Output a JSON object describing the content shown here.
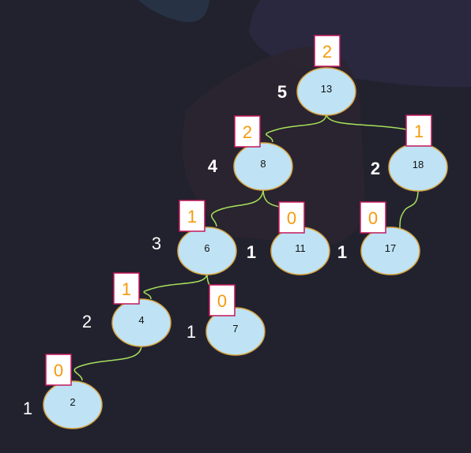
{
  "colors": {
    "background": "#22222f",
    "node_fill": "#bfe3f5",
    "node_stroke": "#d8a542",
    "edge": "#a8e05a",
    "balance_box_fill": "#ffffff",
    "balance_box_stroke": "#c2185b",
    "balance_text": "#f59a0c",
    "height_text": "#ffffff"
  },
  "tree": {
    "nodes": [
      {
        "key": "13",
        "height": "5",
        "height_bold": true,
        "balance": "2"
      },
      {
        "key": "8",
        "height": "4",
        "height_bold": true,
        "balance": "2"
      },
      {
        "key": "18",
        "height": "2",
        "height_bold": true,
        "balance": "1"
      },
      {
        "key": "6",
        "height": "3",
        "height_bold": false,
        "balance": "1"
      },
      {
        "key": "11",
        "height": "1",
        "height_bold": true,
        "balance": "0"
      },
      {
        "key": "17",
        "height": "1",
        "height_bold": true,
        "balance": "0"
      },
      {
        "key": "4",
        "height": "2",
        "height_bold": false,
        "balance": "1"
      },
      {
        "key": "7",
        "height": "1",
        "height_bold": false,
        "balance": "0"
      },
      {
        "key": "2",
        "height": "1",
        "height_bold": false,
        "balance": "0"
      }
    ],
    "edges": [
      {
        "from": "13",
        "to": "8"
      },
      {
        "from": "13",
        "to": "18"
      },
      {
        "from": "8",
        "to": "6"
      },
      {
        "from": "8",
        "to": "11"
      },
      {
        "from": "18",
        "to": "17"
      },
      {
        "from": "6",
        "to": "4"
      },
      {
        "from": "6",
        "to": "7"
      },
      {
        "from": "4",
        "to": "2"
      }
    ]
  }
}
